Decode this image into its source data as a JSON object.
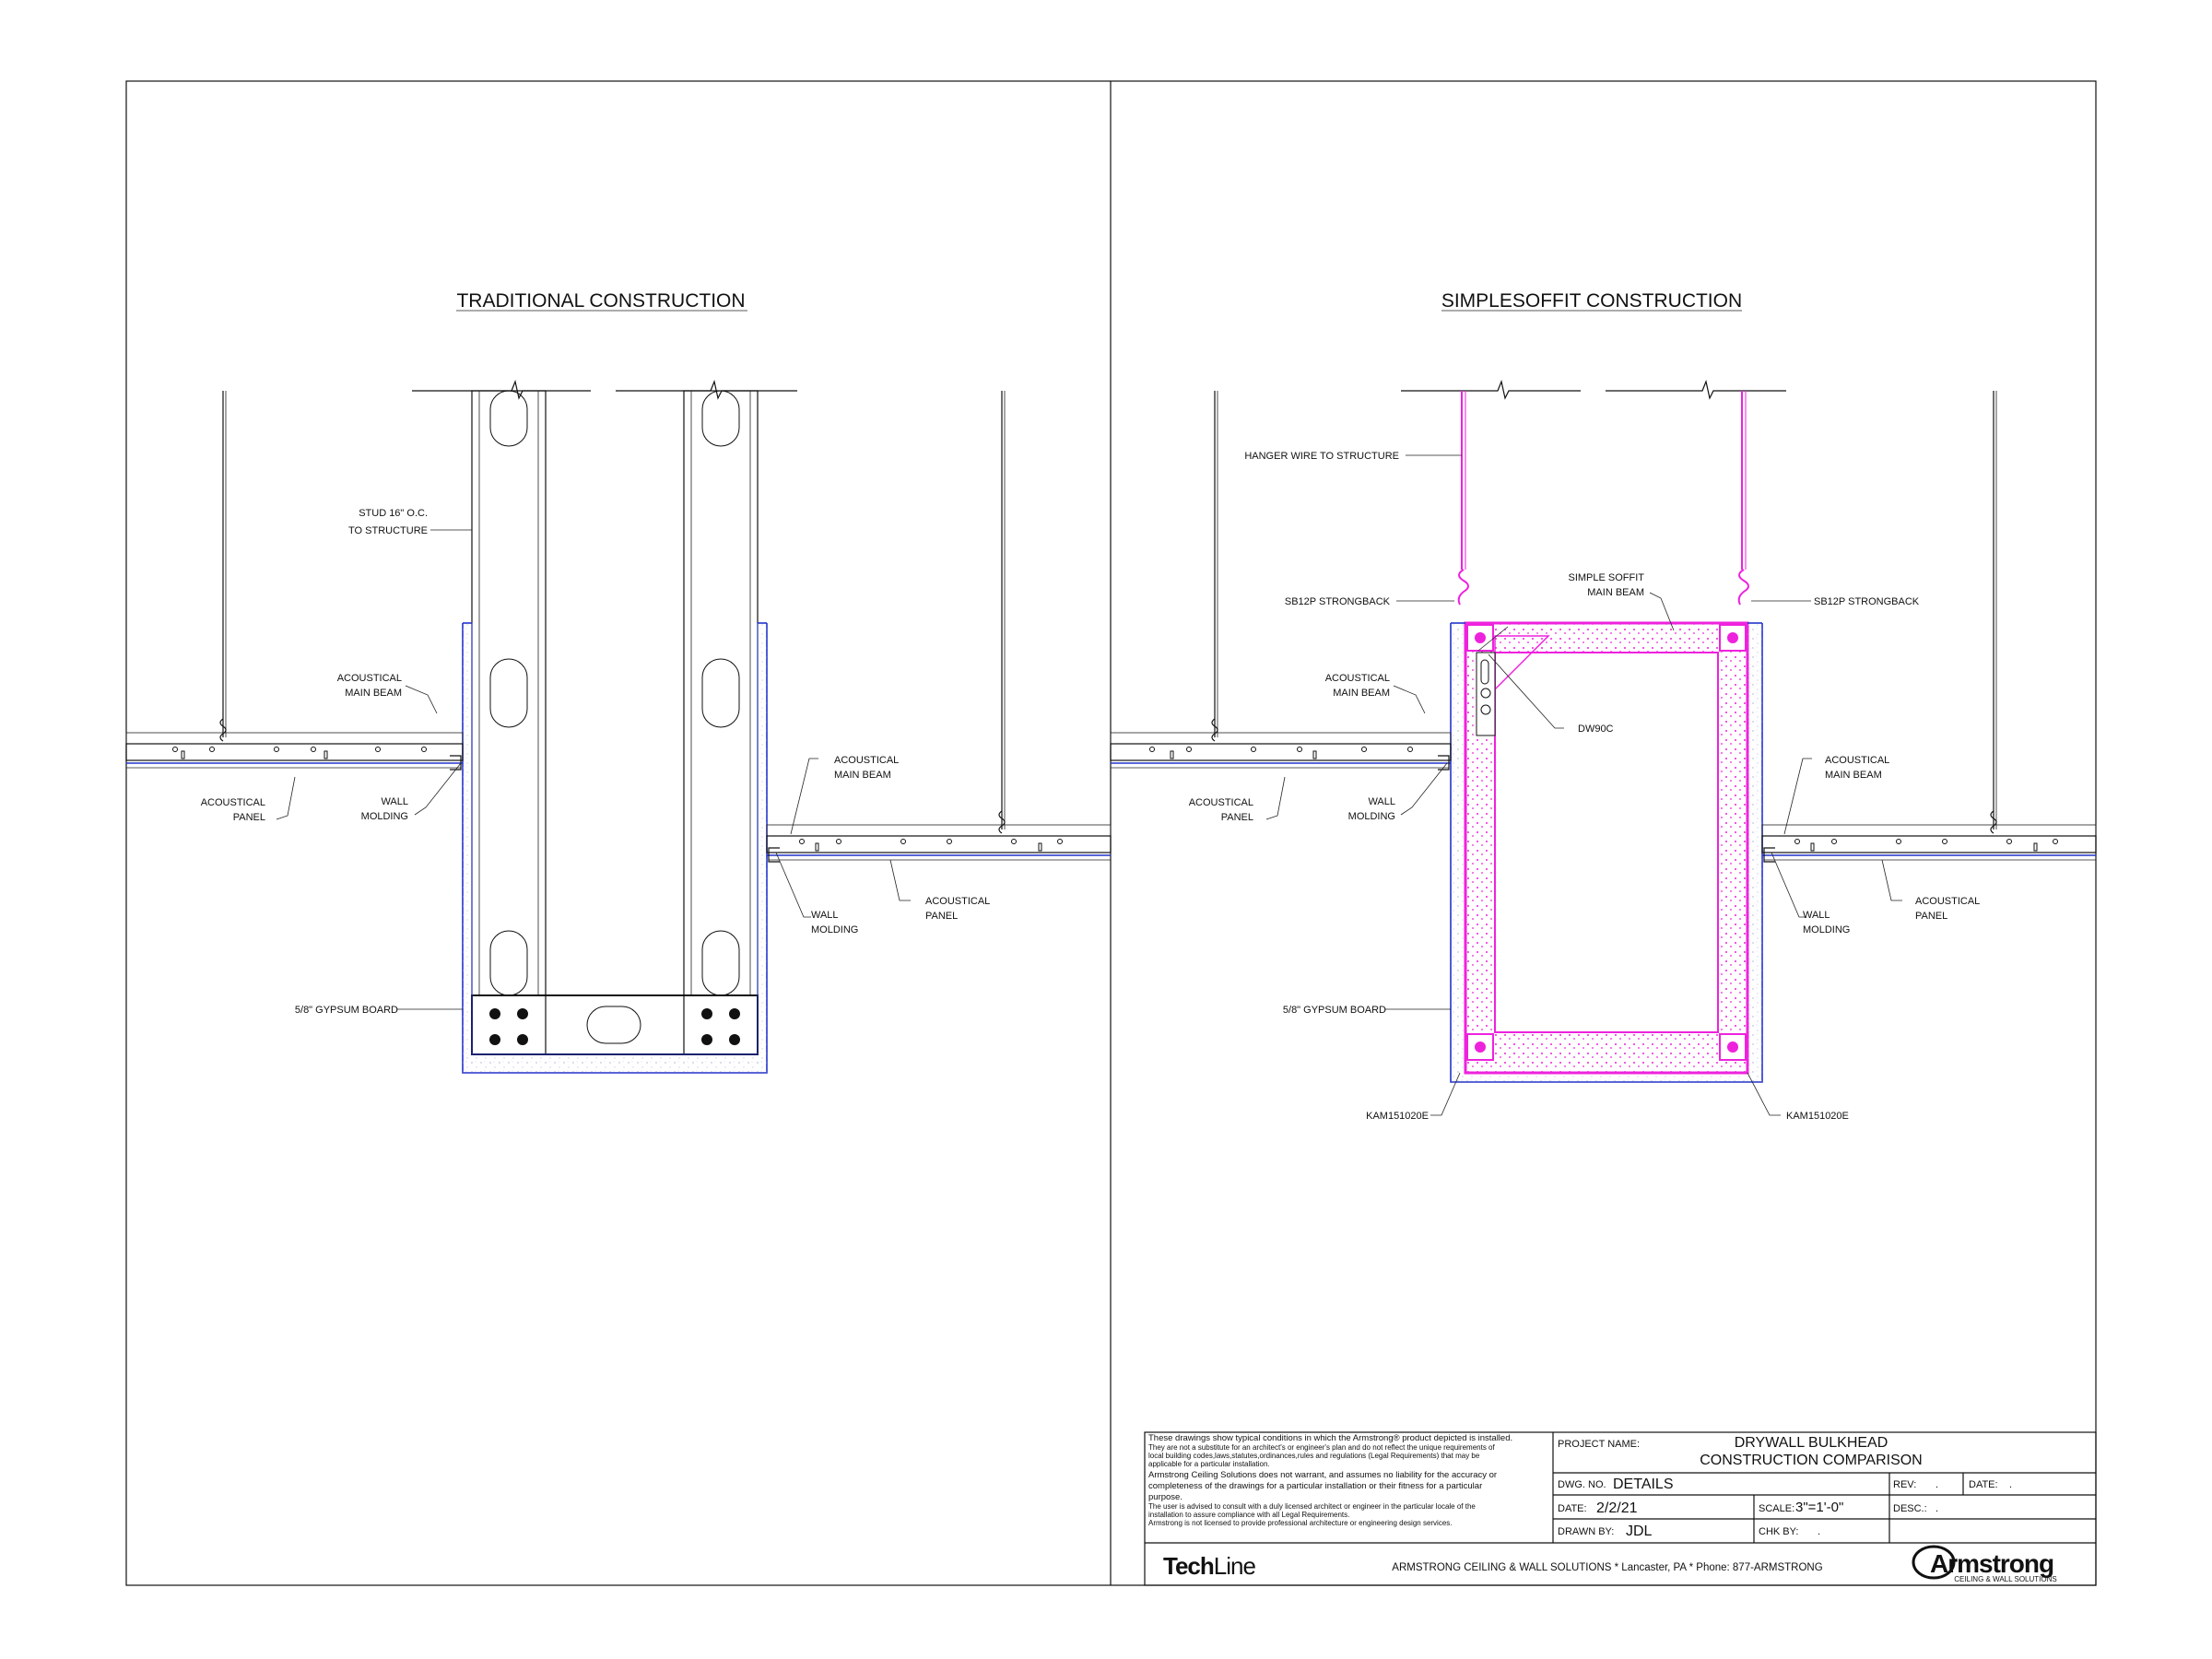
{
  "drawing": {
    "left_title": "TRADITIONAL CONSTRUCTION",
    "right_title": "SIMPLESOFFIT CONSTRUCTION",
    "left_labels": {
      "stud_1": "STUD 16\" O.C.",
      "stud_2": "TO STRUCTURE",
      "main_beam_l_1": "ACOUSTICAL",
      "main_beam_l_2": "MAIN BEAM",
      "panel_l_1": "ACOUSTICAL",
      "panel_l_2": "PANEL",
      "molding_l_1": "WALL",
      "molding_l_2": "MOLDING",
      "main_beam_r_1": "ACOUSTICAL",
      "main_beam_r_2": "MAIN BEAM",
      "molding_r_1": "WALL",
      "molding_r_2": "MOLDING",
      "panel_r_1": "ACOUSTICAL",
      "panel_r_2": "PANEL",
      "gypsum": "5/8\" GYPSUM BOARD"
    },
    "right_labels": {
      "hanger": "HANGER WIRE TO STRUCTURE",
      "strongback_l": "SB12P STRONGBACK",
      "strongback_r": "SB12P STRONGBACK",
      "soffit_beam_1": "SIMPLE SOFFIT",
      "soffit_beam_2": "MAIN BEAM",
      "main_beam_l_1": "ACOUSTICAL",
      "main_beam_l_2": "MAIN BEAM",
      "dw90c": "DW90C",
      "panel_l_1": "ACOUSTICAL",
      "panel_l_2": "PANEL",
      "molding_l_1": "WALL",
      "molding_l_2": "MOLDING",
      "main_beam_r_1": "ACOUSTICAL",
      "main_beam_r_2": "MAIN BEAM",
      "molding_r_1": "WALL",
      "molding_r_2": "MOLDING",
      "panel_r_1": "ACOUSTICAL",
      "panel_r_2": "PANEL",
      "gypsum": "5/8\" GYPSUM BOARD",
      "kam_l": "KAM151020E",
      "kam_r": "KAM151020E"
    },
    "colors": {
      "wire": "#ee22dd",
      "gypsum": "#2233cc",
      "line": "#111111"
    }
  },
  "title_block": {
    "disclaimer_1": "These drawings show typical conditions in which the Armstrong® product depicted is installed.",
    "disclaimer_2": "They are not a substitute for an architect's or engineer's plan and do not reflect the unique requirements of",
    "disclaimer_3": "local building codes,laws,statutes,ordinances,rules and regulations (Legal Requirements) that may be",
    "disclaimer_4": "applicable for a particular installation.",
    "disclaimer_5": "Armstrong Ceiling Solutions does not warrant, and assumes no liability for the accuracy or",
    "disclaimer_6": "completeness of  the drawings for a particular installation or their fitness for a particular",
    "disclaimer_7": "purpose.",
    "disclaimer_8": "The user is  advised to consult with a duly licensed architect or engineer in the particular locale of the",
    "disclaimer_9": "installation to assure  compliance with all Legal Requirements.",
    "disclaimer_10": "Armstrong is not licensed to provide professional architecture or engineering design services.",
    "project_label": "PROJECT NAME:",
    "project_line_1": "DRYWALL BULKHEAD",
    "project_line_2": "CONSTRUCTION COMPARISON",
    "rev_label": "REV:",
    "rev_value": ".",
    "date_label_r": "DATE:",
    "date_value_r": ".",
    "dwg_label": "DWG. NO.",
    "dwg_value": "DETAILS",
    "date_label": "DATE:",
    "date_value": "2/2/21",
    "scale_label": "SCALE:",
    "scale_value": "3\"=1'-0\"",
    "desc_label": "DESC.:",
    "desc_value": ".",
    "drawn_label": "DRAWN BY:",
    "drawn_value": "JDL",
    "chk_label": "CHK BY:",
    "chk_value": ".",
    "techline_1": "Tech",
    "techline_2": "Line",
    "company": "ARMSTRONG CEILING & WALL SOLUTIONS * Lancaster, PA * Phone: 877-ARMSTRONG",
    "brand": "Armstrong",
    "brand_sub": "CEILING & WALL SOLUTIONS"
  }
}
